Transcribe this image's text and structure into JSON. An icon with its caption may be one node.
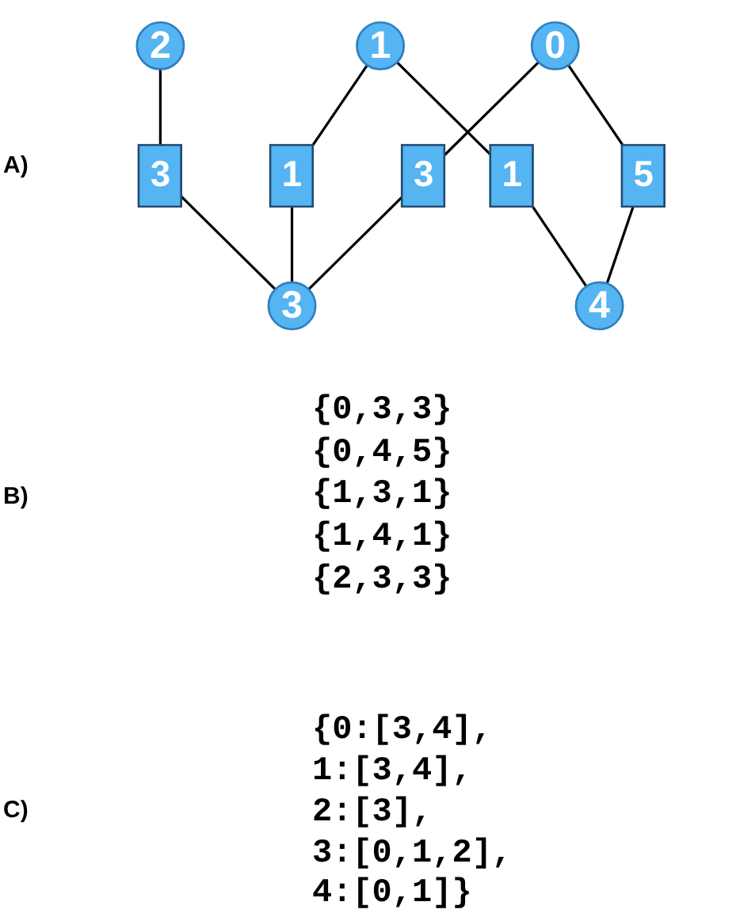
{
  "diagram": {
    "nodes": [
      {
        "text": [
          "0"
        ]
      },
      {
        "text": [
          "1"
        ]
      },
      {
        "text": [
          "2"
        ]
      },
      {
        "text": [
          "3"
        ]
      },
      {
        "text": [
          "4"
        ]
      }
    ],
    "edges": [
      {
        "from": 0,
        "to": 3,
        "arrow": "none",
        "label": "3"
      },
      {
        "from": 0,
        "to": 4,
        "arrow": "none",
        "label": "5"
      },
      {
        "from": 1,
        "to": 3,
        "arrow": "none",
        "label": "1"
      },
      {
        "from": 1,
        "to": 4,
        "arrow": "none",
        "label": "1"
      },
      {
        "from": 2,
        "to": 3,
        "arrow": "none",
        "label": "3"
      }
    ],
    "labels": [
      "A)",
      "B)",
      "{0,3,3}",
      "{0,4,5}",
      "{1,3,1}",
      "{1,4,1}",
      "{2,3,3}",
      "C)",
      "{0:[3,4],",
      "1:[3,4],",
      "2:[3],",
      "3:[0,1,2],",
      "4:[0,1]}"
    ]
  }
}
